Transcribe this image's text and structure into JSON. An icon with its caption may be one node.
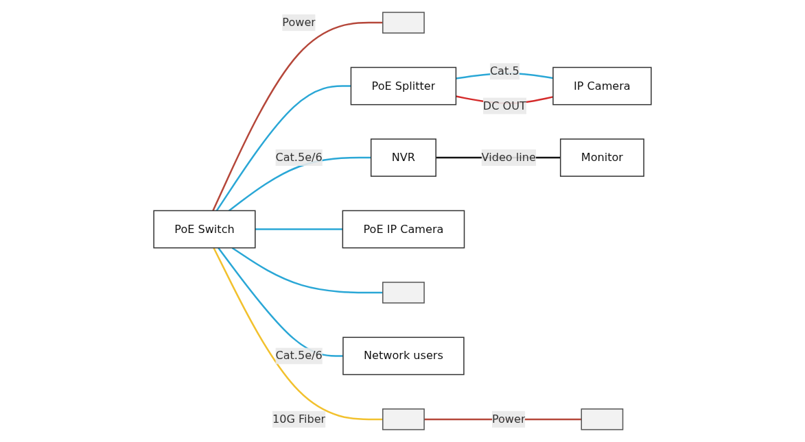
{
  "diagram": {
    "nodes": [
      {
        "text": [
          "PoE Switch"
        ]
      },
      {
        "text": [],
        "shape": "box"
      },
      {
        "text": [
          "Monitor"
        ]
      },
      {
        "text": [
          "NVR"
        ]
      },
      {
        "text": [
          "PoE Splitter"
        ]
      },
      {
        "text": [
          "IP Camera"
        ]
      },
      {
        "text": [
          "PoE IP Camera"
        ]
      },
      {
        "text": [],
        "shape": "box"
      },
      {
        "text": [
          "Network users"
        ]
      },
      {
        "text": [],
        "shape": "box"
      },
      {
        "text": [],
        "shape": "box"
      }
    ],
    "edges": [
      {
        "from": 0,
        "to": 1,
        "arrow": "none",
        "label": "Power",
        "color": "#b5473a"
      },
      {
        "from": 0,
        "to": 4,
        "arrow": "none"
      },
      {
        "from": 0,
        "to": 6,
        "arrow": "none"
      },
      {
        "from": 0,
        "to": 7,
        "arrow": "none"
      },
      {
        "from": 0,
        "to": 8,
        "arrow": "none",
        "label": "Cat.5e/6"
      },
      {
        "from": 0,
        "to": 3,
        "arrow": "none",
        "label": "Cat.5e/6"
      },
      {
        "from": 0,
        "to": 9,
        "arrow": "none",
        "label": "10G Fiber",
        "color": "#f2c12e"
      },
      {
        "from": 4,
        "to": 5,
        "arrow": "none",
        "label": "Cat.5"
      },
      {
        "from": 4,
        "to": 5,
        "arrow": "none",
        "label": "DC OUT",
        "color": "#d42a2a"
      },
      {
        "from": 3,
        "to": 2,
        "arrow": "none",
        "label": "Video line",
        "color": "#111111"
      },
      {
        "from": 9,
        "to": 10,
        "arrow": "none",
        "label": "Power",
        "color": "#b5473a"
      }
    ]
  }
}
